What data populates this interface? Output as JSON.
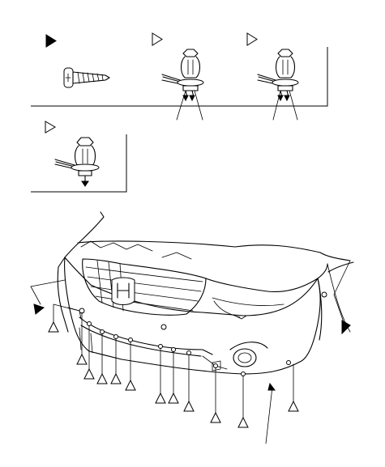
{
  "diagram": {
    "type": "front-bumper-fastener-locations",
    "line_color": "#000000",
    "background": "#ffffff",
    "legend_panels": [
      {
        "symbol": "solid-triangle",
        "fastener": "screw-icon"
      },
      {
        "symbol": "open-triangle",
        "fastener": "push-clip-icon"
      },
      {
        "symbol": "open-triangle",
        "fastener": "push-clip-icon"
      },
      {
        "symbol": "open-triangle",
        "fastener": "push-clip-icon"
      }
    ],
    "callouts": {
      "solid_triangle_count": 2,
      "open_triangle_count": 14
    }
  }
}
